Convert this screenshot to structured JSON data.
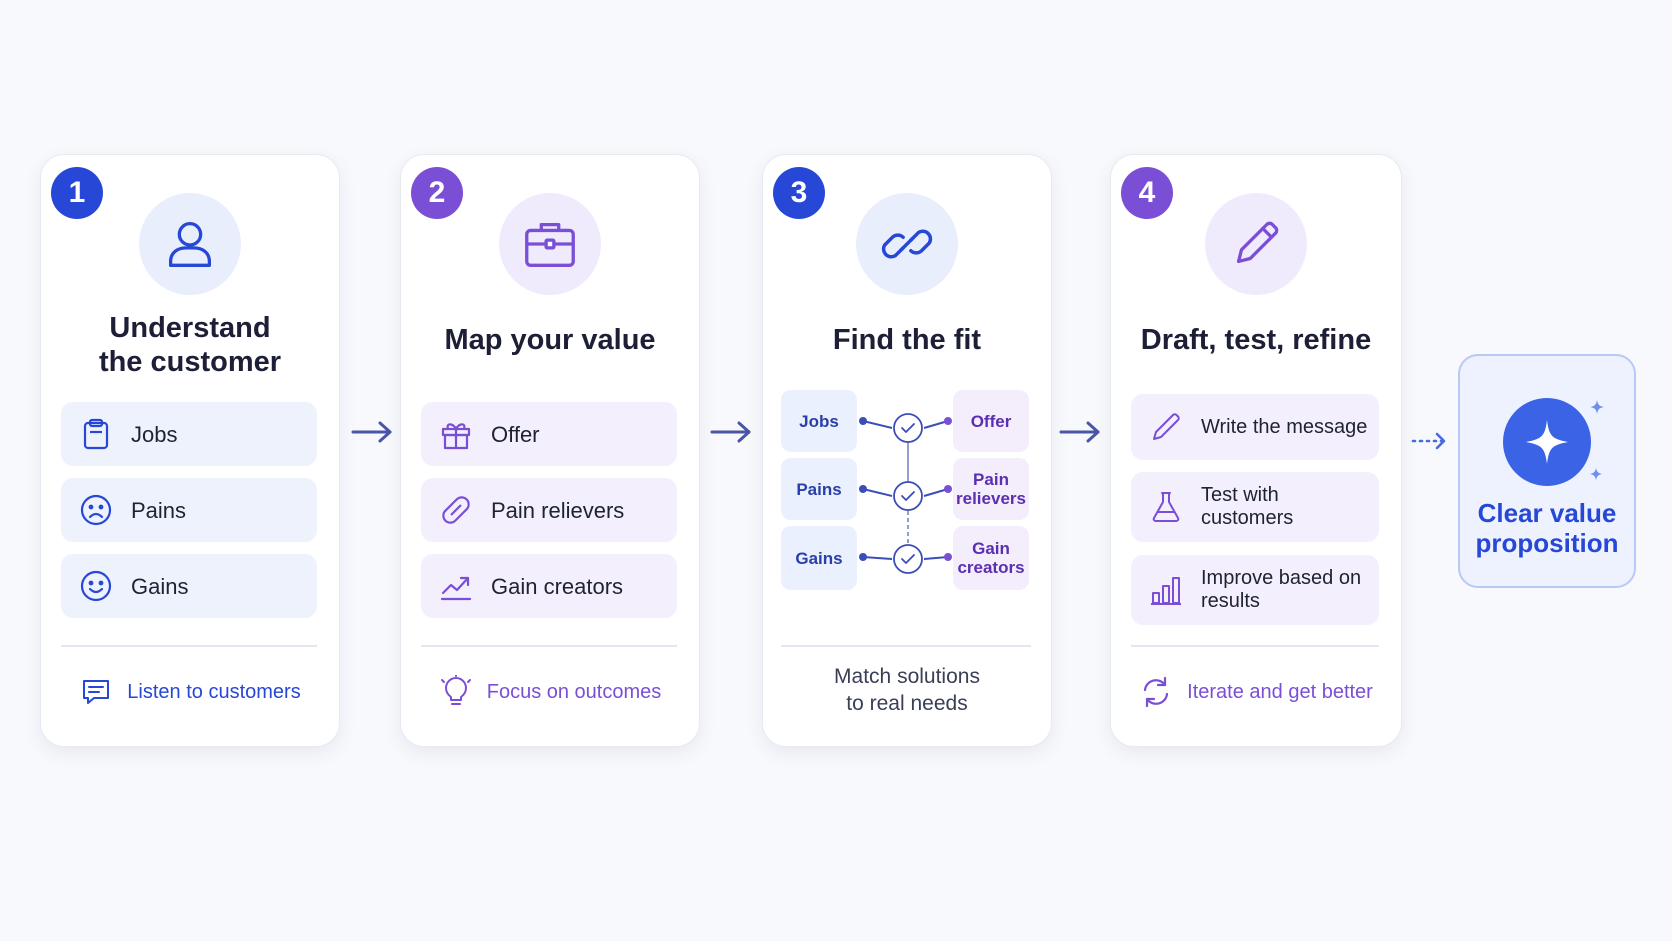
{
  "steps": [
    {
      "number": "1",
      "title_line1": "Understand",
      "title_line2": "the customer",
      "items": [
        "Jobs",
        "Pains",
        "Gains"
      ],
      "footer": "Listen to customers"
    },
    {
      "number": "2",
      "title": "Map your value",
      "items": [
        "Offer",
        "Pain relievers",
        "Gain creators"
      ],
      "footer": "Focus on outcomes"
    },
    {
      "number": "3",
      "title": "Find the fit",
      "left_items": [
        "Jobs",
        "Pains",
        "Gains"
      ],
      "right_items": [
        {
          "line1": "Offer",
          "line2": ""
        },
        {
          "line1": "Pain",
          "line2": "relievers"
        },
        {
          "line1": "Gain",
          "line2": "creators"
        }
      ],
      "footer_line1": "Match solutions",
      "footer_line2": "to real needs"
    },
    {
      "number": "4",
      "title": "Draft, test, refine",
      "items": [
        {
          "line1": "Write the message",
          "line2": ""
        },
        {
          "line1": "Test with",
          "line2": "customers"
        },
        {
          "line1": "Improve based on",
          "line2": "results"
        }
      ],
      "footer": "Iterate and get better"
    }
  ],
  "result": {
    "line1": "Clear value",
    "line2": "proposition"
  },
  "colors": {
    "blue": "#2747d6",
    "purple": "#7a4fd6",
    "light_blue": "#eef2fd",
    "light_purple": "#f3effc",
    "arrow": "#4a55a8"
  }
}
